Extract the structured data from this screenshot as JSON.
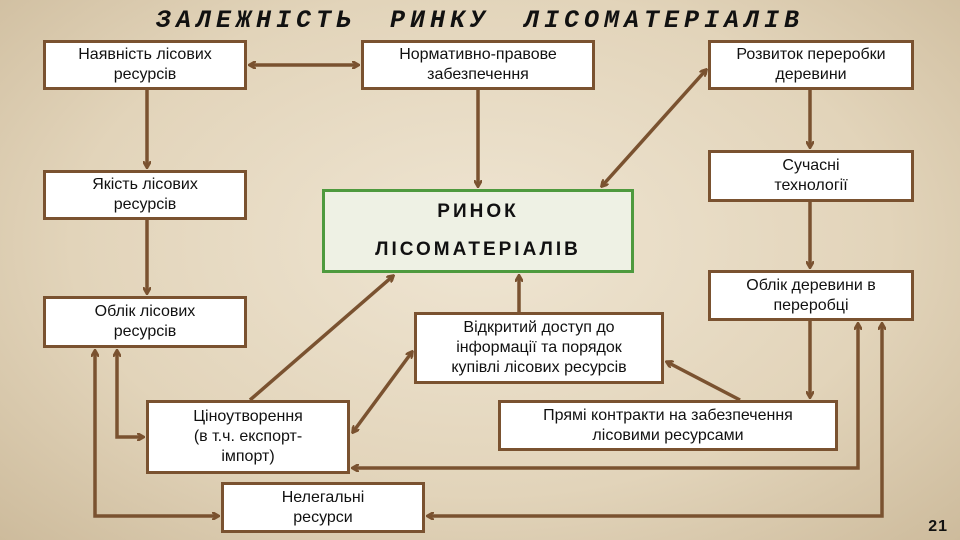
{
  "title": "ЗАЛЕЖНІСТЬ РИНКУ ЛІСОМАТЕРІАЛІВ",
  "center": {
    "line1": "РИНОК",
    "line2": "ЛІСОМАТЕРІАЛІВ"
  },
  "boxes": {
    "availability": "Наявність лісових\nресурсів",
    "regulatory": "Нормативно-правове\nзабезпечення",
    "processing": "Розвиток переробки\nдеревини",
    "quality": "Якість лісових\nресурсів",
    "technologies": "Сучасні\nтехнології",
    "forest_accounting": "Облік лісових\nресурсів",
    "wood_accounting": "Облік деревини в\nпереробці",
    "open_access": "Відкритий доступ до\nінформації та порядок\nкупівлі лісових ресурсів",
    "pricing": "Ціноутворення\n(в т.ч. експорт-\nімпорт)",
    "direct_contracts": "Прямі контракти на забезпечення\nлісовими ресурсами",
    "illegal": "Нелегальні\nресурси"
  },
  "page_number": "21",
  "colors": {
    "arrow": "#7a5230",
    "center_border": "#4e9a3e"
  }
}
